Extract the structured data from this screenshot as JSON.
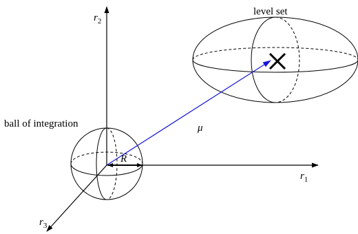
{
  "labels": {
    "level_set": "level set",
    "ball": "ball of integration",
    "mu": "μ",
    "radius": "R",
    "r1": "r",
    "r1_sub": "1",
    "r2": "r",
    "r2_sub": "2",
    "r3": "r",
    "r3_sub": "3"
  },
  "colors": {
    "axes": "#000000",
    "mean_vector": "#1515d8",
    "ellipsoid": "#000000"
  }
}
